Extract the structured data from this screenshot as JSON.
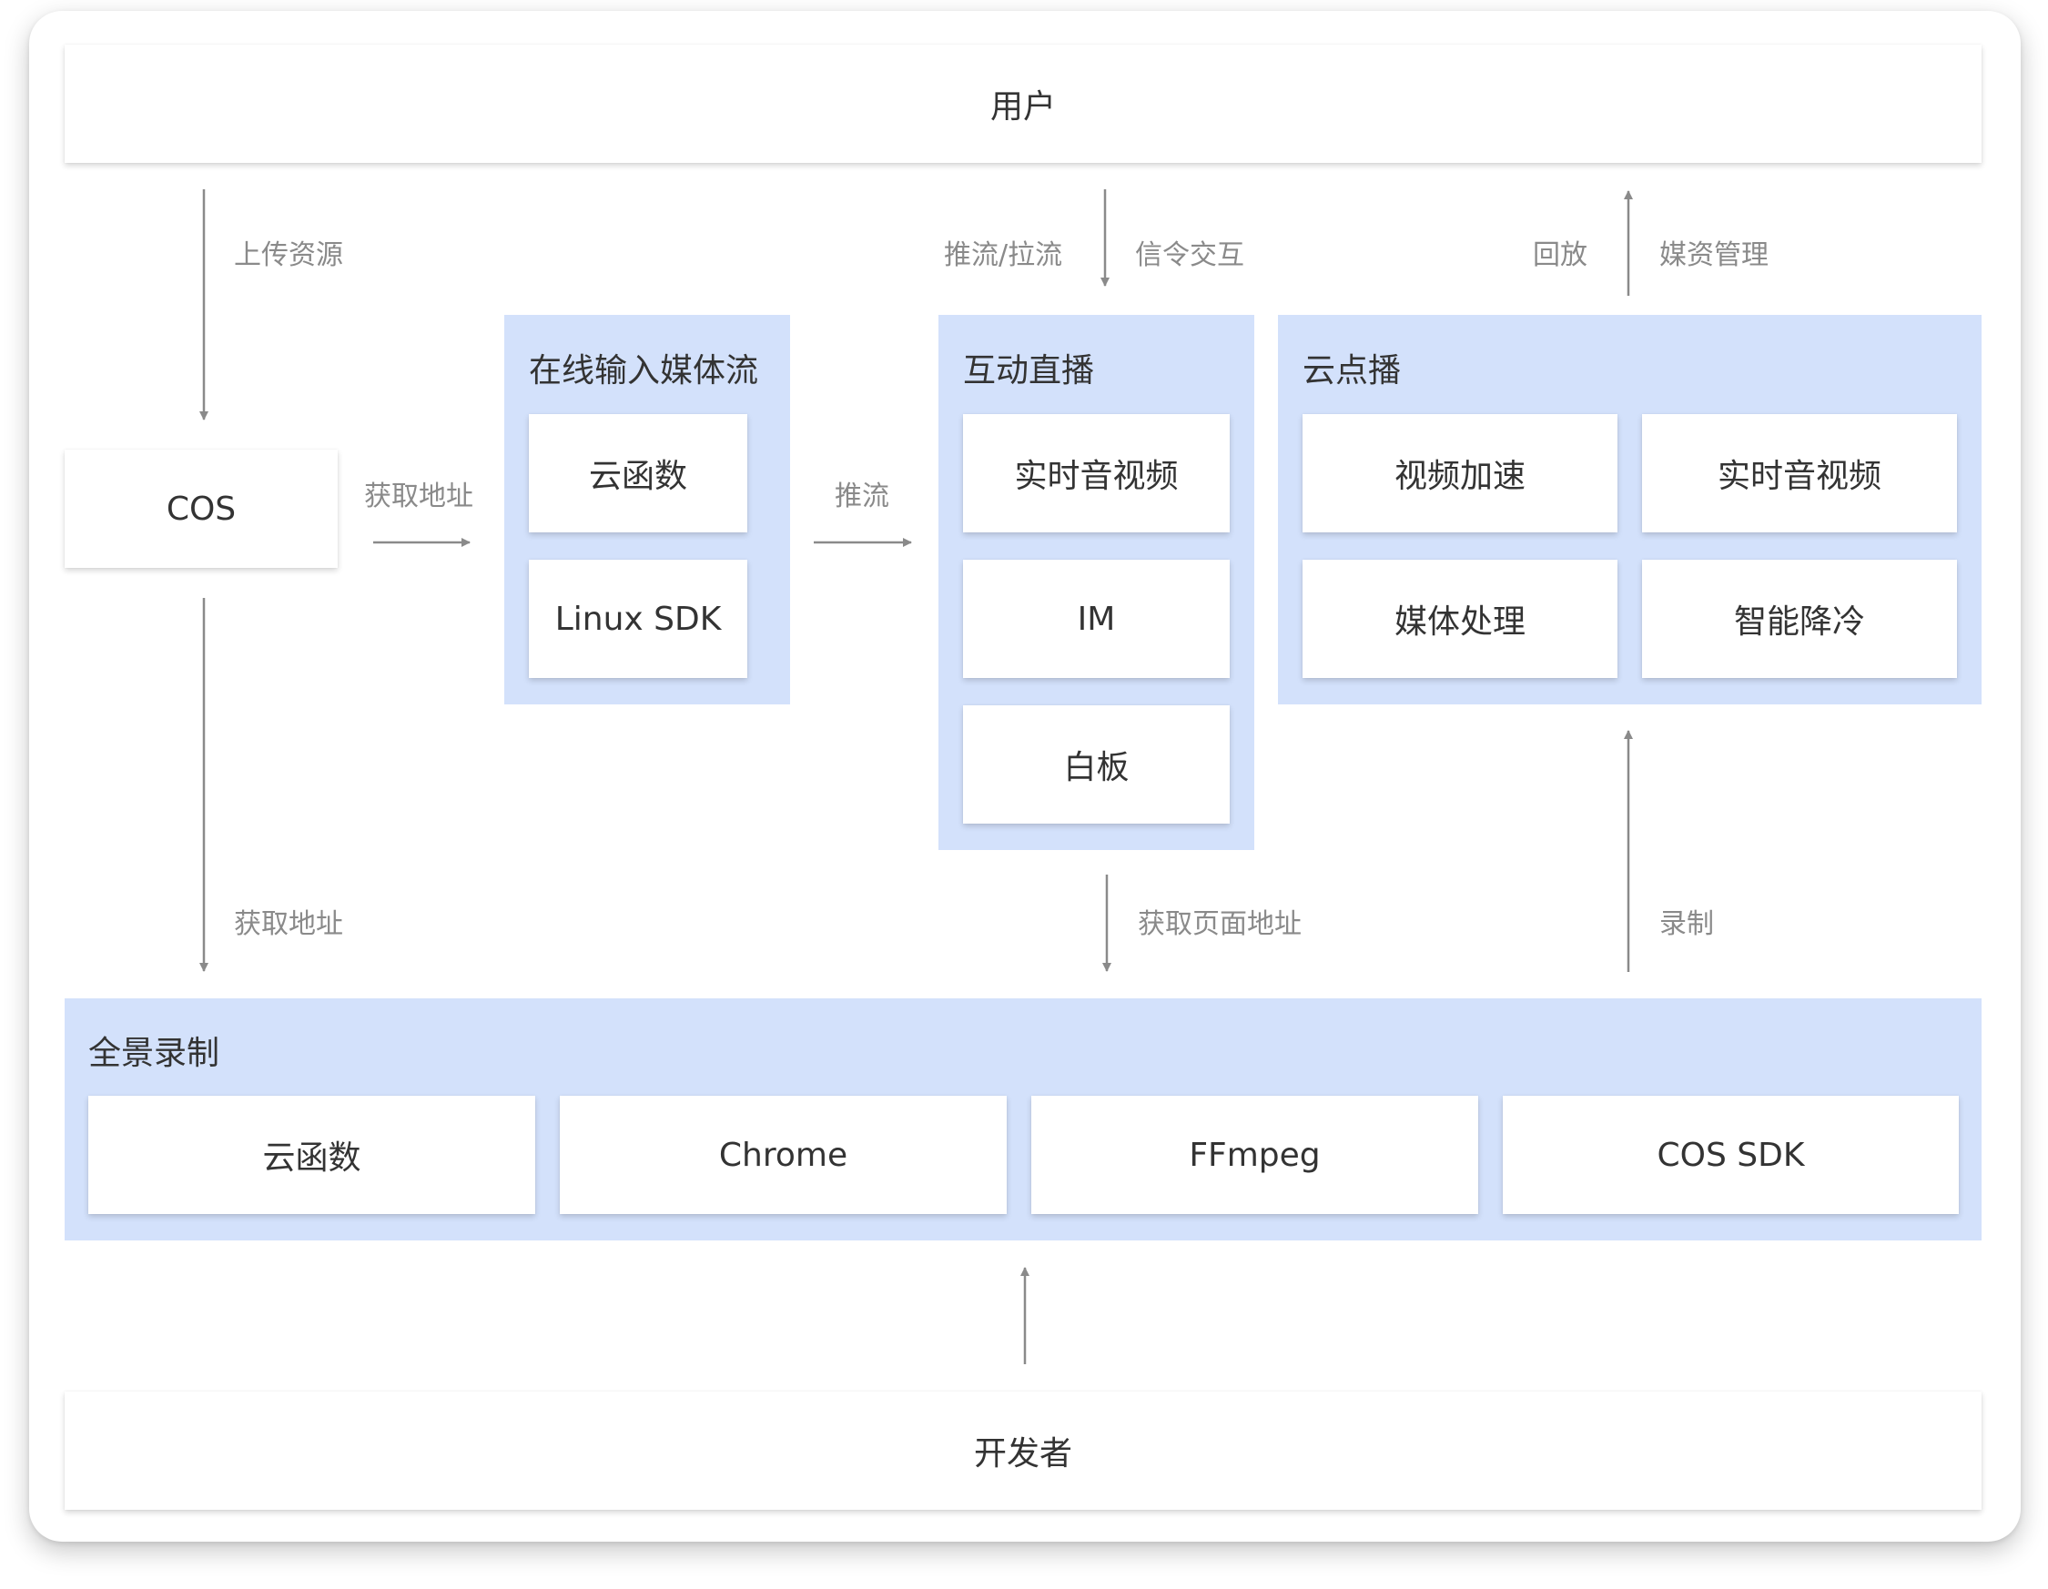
{
  "top_bar": {
    "label": "用户"
  },
  "bottom_bar": {
    "label": "开发者"
  },
  "cos_box": {
    "label": "COS"
  },
  "online_panel": {
    "title": "在线输入媒体流",
    "items": [
      "云函数",
      "Linux SDK"
    ]
  },
  "live_panel": {
    "title": "互动直播",
    "items": [
      "实时音视频",
      "IM",
      "白板"
    ]
  },
  "vod_panel": {
    "title": "云点播",
    "items": [
      "视频加速",
      "实时音视频",
      "媒体处理",
      "智能降冷"
    ]
  },
  "record_panel": {
    "title": "全景录制",
    "items": [
      "云函数",
      "Chrome",
      "FFmpeg",
      "COS SDK"
    ]
  },
  "edge_labels": {
    "upload": "上传资源",
    "push_pull": "推流/拉流",
    "signaling": "信令交互",
    "playback": "回放",
    "media_mgmt": "媒资管理",
    "get_addr_right": "获取地址",
    "push": "推流",
    "get_addr_down": "获取地址",
    "get_page_addr": "获取页面地址",
    "record": "录制"
  },
  "colors": {
    "panel": "#d3e1fb",
    "arrow": "#8a8a8a",
    "box_text": "#333333",
    "label_text": "#8a8a8a"
  }
}
